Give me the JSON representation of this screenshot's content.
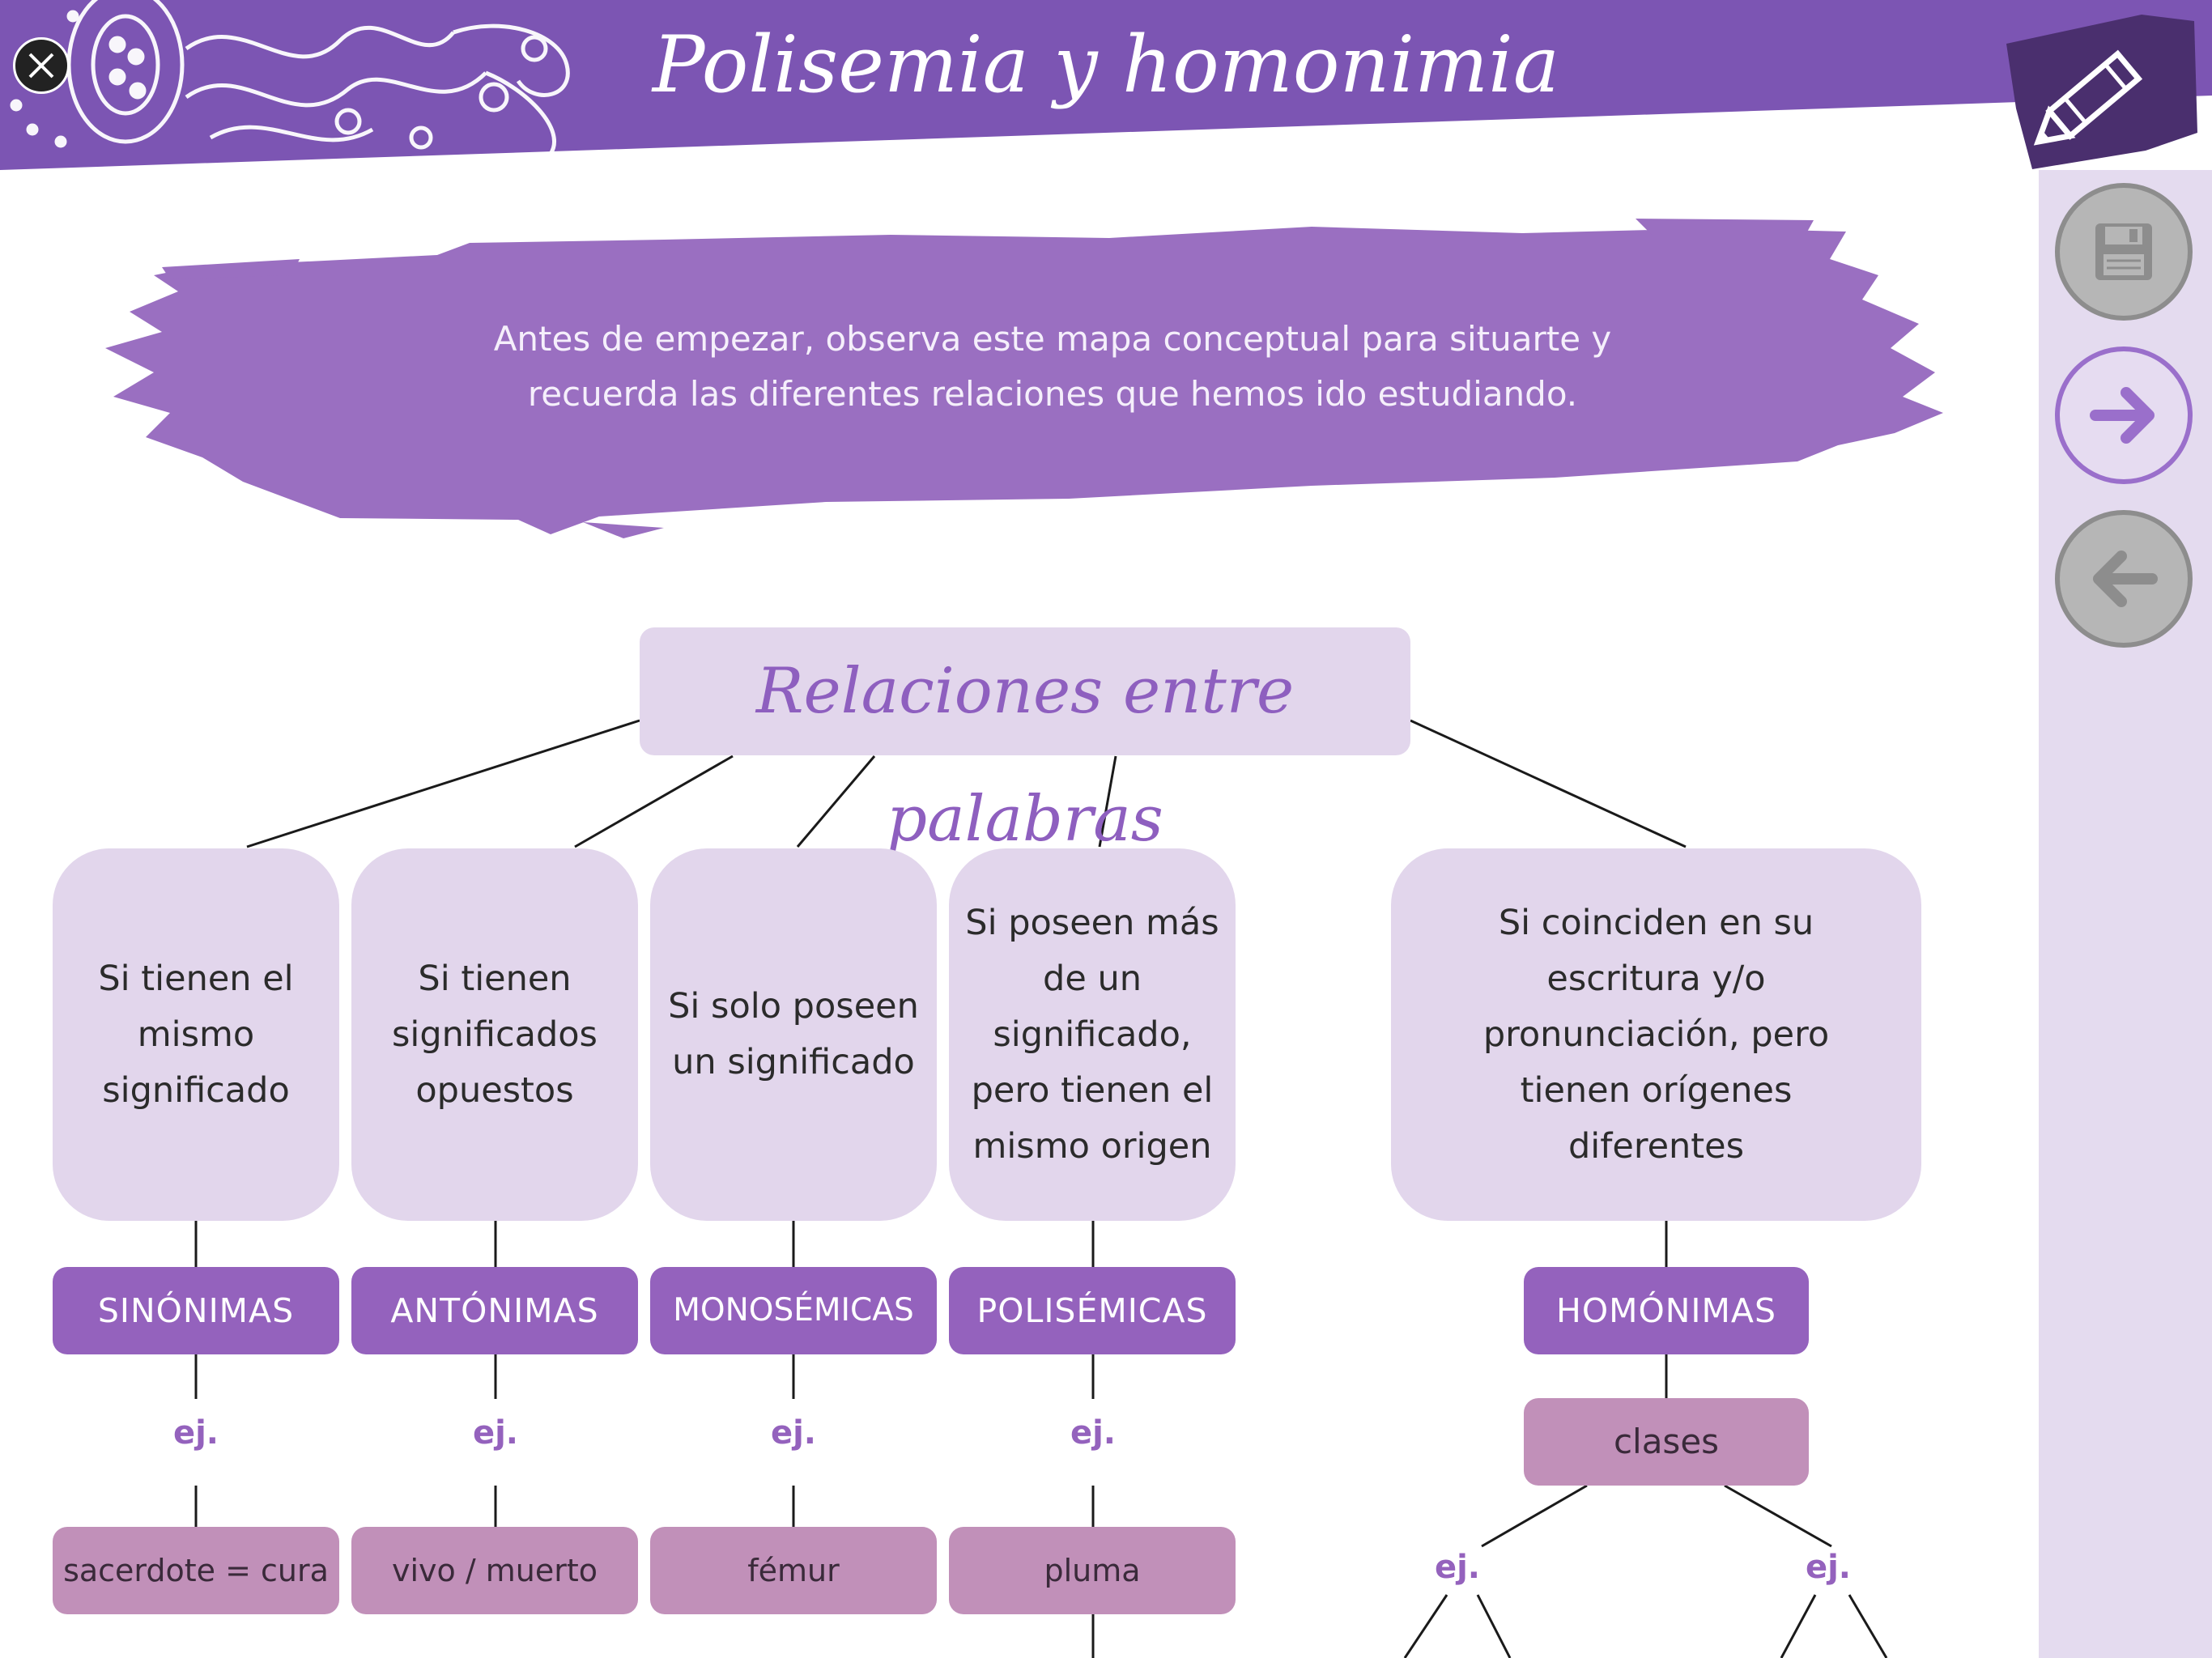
{
  "header": {
    "title": "Polisemia y homonimia",
    "close_icon": "close-icon",
    "pencil_icon": "pencil-icon"
  },
  "sidebar": {
    "save_icon": "floppy-disk-icon",
    "next_icon": "arrow-right-icon",
    "back_icon": "arrow-left-icon"
  },
  "intro": {
    "line1": "Antes de empezar, observa este mapa conceptual para situarte y",
    "line2": "recuerda las diferentes relaciones que hemos ido estudiando."
  },
  "map": {
    "title": "Relaciones entre palabras",
    "branches": [
      {
        "condition": "Si tienen el mismo significado",
        "label": "SINÓNIMAS",
        "ej": "ej.",
        "example": "sacerdote = cura"
      },
      {
        "condition": "Si tienen significados opuestos",
        "label": "ANTÓNIMAS",
        "ej": "ej.",
        "example": "vivo / muerto"
      },
      {
        "condition": "Si solo poseen un significado",
        "label": "MONOSÉMICAS",
        "ej": "ej.",
        "example": "fémur"
      },
      {
        "condition": "Si poseen más de un significado, pero tienen el mismo origen",
        "label": "POLISÉMICAS",
        "ej": "ej.",
        "example": "pluma"
      },
      {
        "condition": "Si coinciden en su escritura y/o pronunciación, pero tienen orígenes diferentes",
        "label": "HOMÓNIMAS",
        "sub": "clases",
        "ej_left": "ej.",
        "ej_right": "ej."
      }
    ]
  },
  "colors": {
    "header_purple": "#7c55b3",
    "accent_purple": "#9462bd",
    "light_lavender": "#e2d6ec",
    "pink_mauve": "#c190b9",
    "sidebar_bg": "#e4dbef"
  }
}
